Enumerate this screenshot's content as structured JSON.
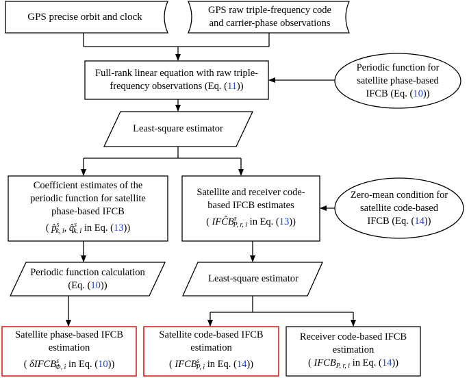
{
  "nodes": {
    "gps_orbit": {
      "text": "GPS precise orbit and clock"
    },
    "gps_raw": {
      "line1": "GPS raw triple-frequency code",
      "line2": "and carrier-phase observations"
    },
    "full_rank": {
      "line1": "Full-rank linear equation with raw triple-",
      "line2_pre": "frequency observations (Eq. (",
      "ref": "11",
      "line2_post": "))"
    },
    "periodic_fn": {
      "line1": "Periodic function for",
      "line2": "satellite phase-based",
      "line3_pre": "IFCB (Eq. (",
      "ref": "10",
      "line3_post": "))"
    },
    "lsq1": {
      "text": "Least-square estimator"
    },
    "coef": {
      "line1": "Coefficient estimates of the",
      "line2": "periodic function for satellite",
      "line3": "phase-based IFCB",
      "var1_base": "p̂",
      "var2_base": "q̂",
      "var_sup": "s",
      "var_sub": "k, i",
      "sep": ",",
      "line4_mid": "in Eq. (",
      "ref": "13",
      "line4_post": "))",
      "open": "("
    },
    "sat_recv": {
      "line1": "Satellite and receiver code-",
      "line2": "based IFCB estimates",
      "var_base": "IFĈB",
      "var_sup": "s",
      "var_sub": "P, r, i",
      "line3_mid": "in Eq. (",
      "ref": "13",
      "line3_post": "))",
      "open": "("
    },
    "zero_mean": {
      "line1": "Zero-mean condition for",
      "line2": "satellite code-based",
      "line3_pre": "IFCB (Eq. (",
      "ref": "14",
      "line3_post": "))"
    },
    "periodic_calc": {
      "line1": "Periodic function calculation",
      "line2_pre": "(Eq. (",
      "ref": "10",
      "line2_post": "))"
    },
    "lsq2": {
      "text": "Least-square estimator"
    },
    "sat_phase": {
      "line1": "Satellite phase-based IFCB",
      "line2": "estimation",
      "var_base": "δIFCB",
      "var_sup": "s",
      "var_sub": "Φ, i",
      "line3_mid": "in Eq. (",
      "ref": "10",
      "line3_post": "))",
      "open": "("
    },
    "sat_code": {
      "line1": "Satellite code-based IFCB",
      "line2": "estimation",
      "var_base": "IFCB",
      "var_sup": "s",
      "var_sub": "P, i",
      "line3_mid": "in Eq. (",
      "ref": "14",
      "line3_post": "))",
      "open": "("
    },
    "recv_code": {
      "line1": "Receiver code-based IFCB",
      "line2": "estimation",
      "var_base": "IFCB",
      "var_sub": "P, r, i",
      "line3_mid": "in Eq. (",
      "ref": "14",
      "line3_post": "))",
      "open": "("
    }
  },
  "colors": {
    "link": "#1a3fd6",
    "highlight_border": "#e0201b",
    "stroke": "#000000"
  }
}
